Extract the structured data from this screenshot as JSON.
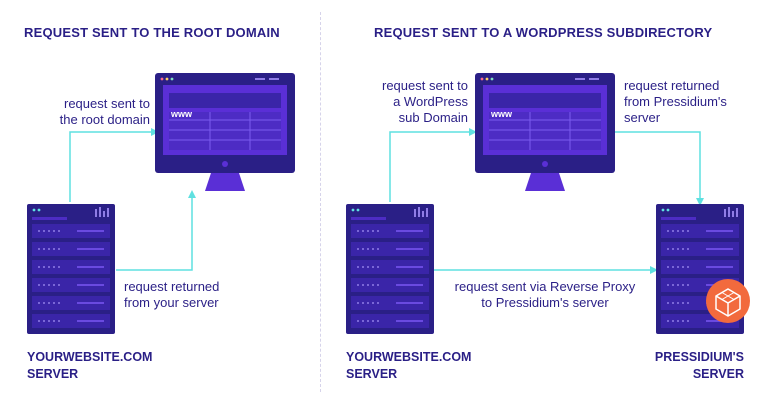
{
  "left": {
    "heading": "REQUEST SENT TO THE ROOT DOMAIN",
    "request_label": "request sent to\nthe root domain",
    "return_label": "request returned\nfrom your server",
    "monitor_text": "www",
    "server_label": "YOURWEBSITE.COM\nSERVER"
  },
  "right": {
    "heading": "REQUEST SENT TO A WORDPRESS SUBDIRECTORY",
    "request_label": "request sent to\na WordPress\nsub Domain",
    "return_label": "request returned\nfrom Pressidium's\nserver",
    "proxy_label": "request sent via Reverse Proxy\nto Pressidium's server",
    "monitor_text": "www",
    "server_left_label": "YOURWEBSITE.COM\nSERVER",
    "server_right_label": "PRESSIDIUM'S\nSERVER"
  },
  "colors": {
    "dark": "#2a1f86",
    "screen": "#5a2fd6",
    "arrow": "#5fe0e0",
    "badge": "#f26a3d"
  },
  "icons": [
    "monitor-icon",
    "server-rack-icon",
    "pressidium-logo-icon"
  ]
}
